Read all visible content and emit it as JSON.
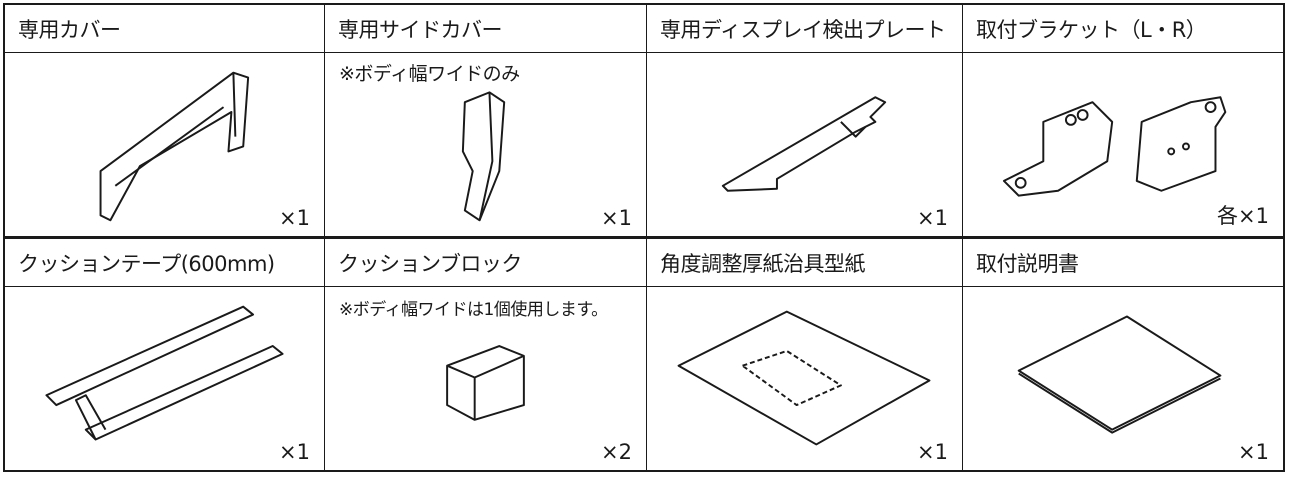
{
  "items": [
    {
      "name": "専用カバー",
      "note": "",
      "qty": "×1"
    },
    {
      "name": "専用サイドカバー",
      "note": "※ボディ幅ワイドのみ",
      "qty": "×1"
    },
    {
      "name": "専用ディスプレイ検出プレート",
      "note": "",
      "qty": "×1"
    },
    {
      "name": "取付ブラケット（L・R）",
      "note": "",
      "qty": "各×1"
    },
    {
      "name": "クッションテープ(600mm)",
      "note": "",
      "qty": "×1"
    },
    {
      "name": "クッションブロック",
      "note": "※ボディ幅ワイドは1個使用します。",
      "qty": "×2"
    },
    {
      "name": "角度調整厚紙治具型紙",
      "note": "",
      "qty": "×1"
    },
    {
      "name": "取付説明書",
      "note": "",
      "qty": "×1"
    }
  ]
}
